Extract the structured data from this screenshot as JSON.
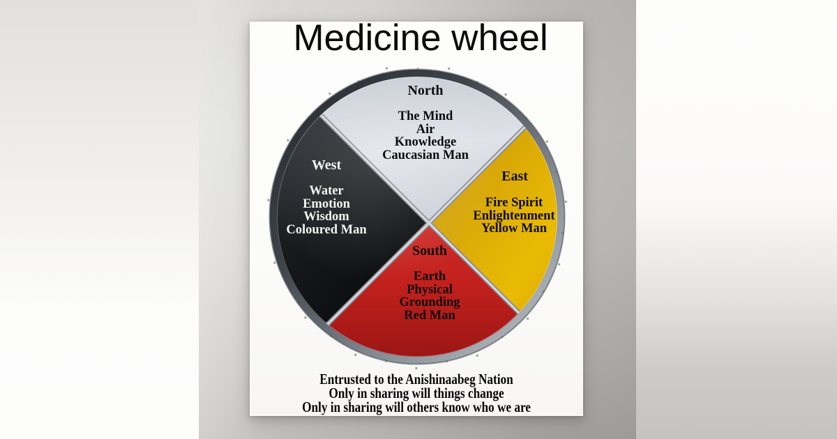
{
  "header": {
    "title": "Medicine wheel"
  },
  "wheel": {
    "quadrants": [
      {
        "direction": "North",
        "lines": [
          "The Mind",
          "Air",
          "Knowledge",
          "Caucasian Man"
        ],
        "color": "#d7dbe2",
        "text_color": "#0d0d0d"
      },
      {
        "direction": "East",
        "lines": [
          "Fire Spirit",
          "Enlightenment",
          "Yellow Man"
        ],
        "color": "#deac06",
        "text_color": "#0d0d0d"
      },
      {
        "direction": "South",
        "lines": [
          "Earth",
          "Physical",
          "Grounding",
          "Red Man"
        ],
        "color": "#c02320",
        "text_color": "#0d0d0d"
      },
      {
        "direction": "West",
        "lines": [
          "Water",
          "Emotion",
          "Wisdom",
          "Coloured Man"
        ],
        "color": "#141519",
        "text_color": "#f4f3f0"
      }
    ],
    "rim_color": "#3d424a",
    "separator_color": "#d3d7dc"
  },
  "footer": {
    "lines": [
      "Entrusted to the Anishinaabeg Nation",
      "Only in sharing will things change",
      "Only in sharing will others know who we are"
    ]
  }
}
